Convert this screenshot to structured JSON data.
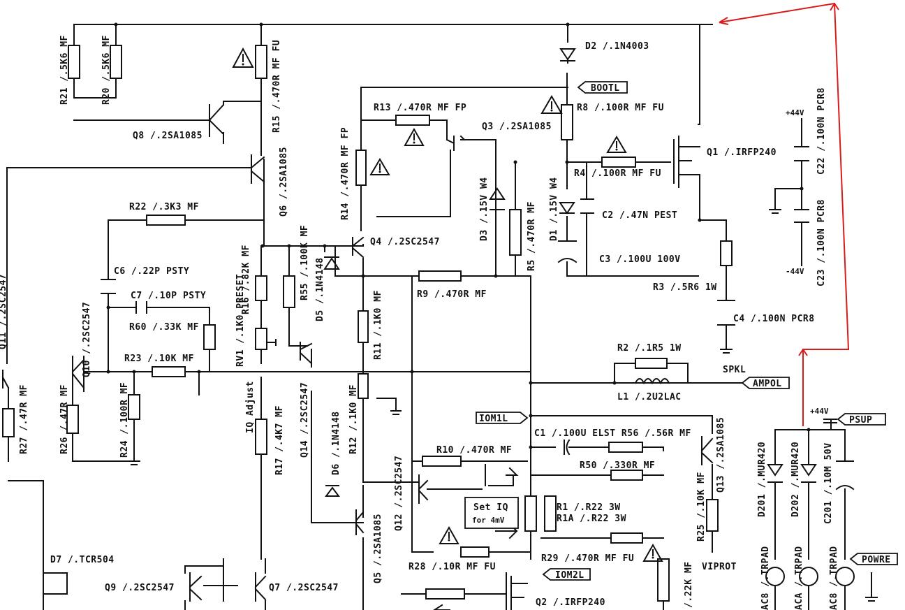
{
  "components": {
    "r21": "R21 /.5K6 MF",
    "r20": "R20 /.5K6 MF",
    "r15": "R15 /.470R MF FU",
    "d2": "D2 /.1N4003",
    "bootl": "BOOTL",
    "r13": "R13 /.470R MF FP",
    "q3": "Q3 /.2SA1085",
    "r8": "R8 /.100R MF FU",
    "q8": "Q8 /.2SA1085",
    "q6": "Q6 /.2SA1085",
    "r14": "R14 /.470R MF FP",
    "d3": "D3 /.15V W4",
    "d1": "D1 /.15V W4",
    "r4": "R4 /.100R MF FU",
    "q1": "Q1 /.IRFP240",
    "c22": "C22 /.100N PCR8",
    "c23": "C23 /.100N PCR8",
    "plus44v": "+44V",
    "minus44v": "-44V",
    "r22": "R22 /.3K3 MF",
    "c2": "C2 /.47N PEST",
    "q4": "Q4 /.2SC2547",
    "r5": "R5 /.470R MF",
    "c3": "C3 /.100U 100V",
    "c6": "C6 /.22P PSTY",
    "r16": "R16 /.82K MF",
    "r55": "R55 /.100K MF",
    "d5": "D5 /.1N4148",
    "rv1": "RV1 /.1K0 PRESET",
    "r9": "R9 /.470R MF",
    "r3": "R3 /.5R6 1W",
    "c7": "C7 /.10P PSTY",
    "r60": "R60 /.33K MF",
    "c4": "C4 /.100N PCR8",
    "r11": "R11 /.1K0 MF",
    "q10": "Q10 /.2SC2547",
    "q11": "Q11 /.2SC2547",
    "r23": "R23 /.10K MF",
    "r2": "R2 /.1R5 1W",
    "spkl": "SPKL",
    "ampol": "AMPOL",
    "l1": "L1 /.2U2LAC",
    "r27": "R27 /.47R MF",
    "r26": "R26 /.47R MF",
    "r24": "R24 /.100R MF",
    "iq_adjust": "IQ Adjust",
    "q14": "Q14 /.2SC2547",
    "r12": "R12 /.1K0 MF",
    "r17": "R17 /.4K7 MF",
    "iom1l": "IOM1L",
    "c1_r56": "C1 /.100U ELST R56 /.56R MF",
    "q13": "Q13 /.2SA1085",
    "psup": "PSUP",
    "r10": "R10 /.470R MF",
    "r50": "R50 /.330R MF",
    "d201": "D201 /.MUR420",
    "d202": "D202 /.MUR420",
    "c201": "C201 /.10M 50V",
    "d6": "D6 /.1N4148",
    "q12": "Q12 /.2SC2547",
    "set_iq": "Set IQ",
    "for_4mv": "for 4mV",
    "r1": "R1 /.R22 3W",
    "r1a": "R1A /.R22 3W",
    "r25": "R25 /.10K MF",
    "q5": "Q5 /.2SA1085",
    "r29": "R29 /.470R MF FU",
    "d7": "D7 /.TCR504",
    "r28": "R28 /.10R MF FU",
    "viprot": "VIPROT",
    "iom2l": "IOM2L",
    "powre": "POWRE",
    "q9": "Q9 /.2SC2547",
    "q7": "Q7 /.2SC2547",
    "q2": "Q2 /.IRFP240",
    "r_22k": "/.22K MF",
    "trpad1": "AC8 /.TRPAD",
    "trpad2": "ACA /.TRPAD",
    "trpad3": "AC8 /.TRPAD"
  },
  "colors": {
    "annotation": "#d81c1c",
    "ink": "#111111"
  }
}
